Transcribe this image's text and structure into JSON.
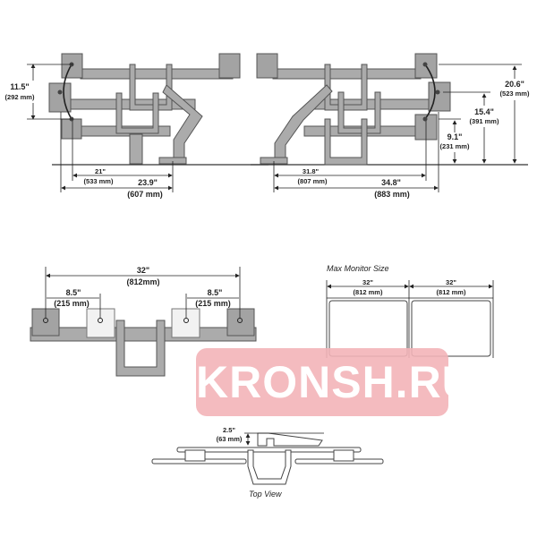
{
  "side_view_left": {
    "vertical_range": {
      "inch": "11.5\"",
      "mm": "(292 mm)"
    },
    "reach_short": {
      "inch": "21\"",
      "mm": "(533 mm)"
    },
    "reach_long": {
      "inch": "23.9\"",
      "mm": "(607 mm)"
    }
  },
  "side_view_right": {
    "reach_short": {
      "inch": "31.8\"",
      "mm": "(807 mm)"
    },
    "reach_long": {
      "inch": "34.8\"",
      "mm": "(883 mm)"
    },
    "height_low": {
      "inch": "9.1\"",
      "mm": "(231 mm)"
    },
    "height_mid": {
      "inch": "15.4\"",
      "mm": "(391 mm)"
    },
    "height_high": {
      "inch": "20.6\"",
      "mm": "(523 mm)"
    }
  },
  "front_view": {
    "total_span": {
      "inch": "32\"",
      "mm": "(812mm)"
    },
    "left_offset": {
      "inch": "8.5\"",
      "mm": "(215 mm)"
    },
    "right_offset": {
      "inch": "8.5\"",
      "mm": "(215 mm)"
    }
  },
  "max_monitor": {
    "title": "Max Monitor Size",
    "left": {
      "inch": "32\"",
      "mm": "(812 mm)"
    },
    "right": {
      "inch": "32\"",
      "mm": "(812 mm)"
    }
  },
  "top_view": {
    "depth": {
      "inch": "2.5\"",
      "mm": "(63 mm)"
    },
    "caption": "Top View"
  },
  "watermark": "KRONSH.RU",
  "colors": {
    "arm": "#ababab",
    "watermark": "#f3b4b9"
  }
}
